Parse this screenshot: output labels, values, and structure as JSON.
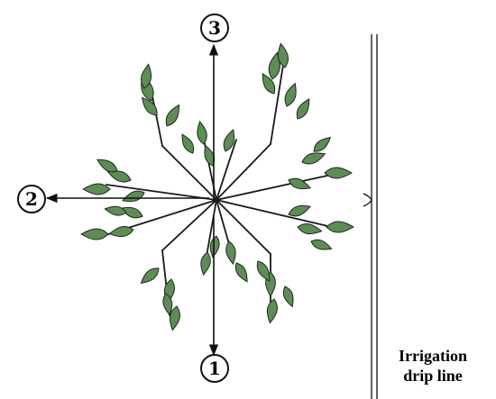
{
  "markers": {
    "one": "1",
    "two": "2",
    "three": "3"
  },
  "caption": {
    "line1": "Irrigation",
    "line2": "drip line"
  },
  "colors": {
    "leaf_fill": "#5d8c55",
    "leaf_stroke": "#1e2a1e",
    "stem": "#1a1a1a",
    "arrow": "#111111",
    "background": "#ffffff"
  }
}
